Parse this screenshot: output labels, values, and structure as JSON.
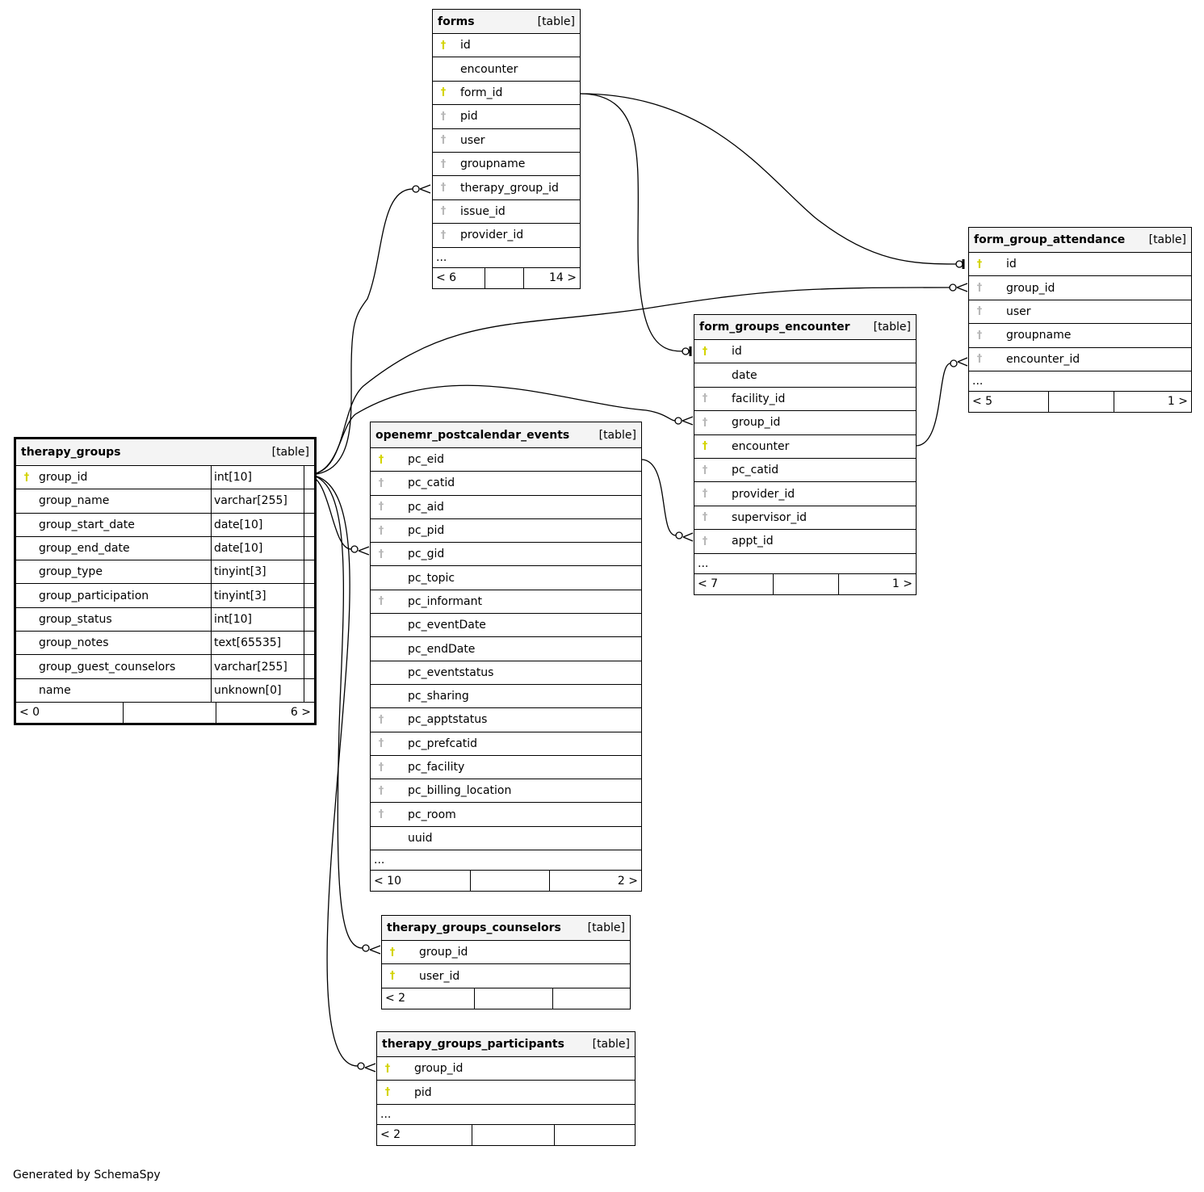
{
  "colors": {
    "primary_key": "#d4d400",
    "foreign_key": "#b8b8b8",
    "header_bg": "#f4f4f4"
  },
  "tables": [
    {
      "id": "forms",
      "name": "forms",
      "kind": "[table]",
      "columns": [
        {
          "name": "id",
          "key": "pk"
        },
        {
          "name": "encounter",
          "key": ""
        },
        {
          "name": "form_id",
          "key": "pk"
        },
        {
          "name": "pid",
          "key": "fk"
        },
        {
          "name": "user",
          "key": "fk"
        },
        {
          "name": "groupname",
          "key": "fk"
        },
        {
          "name": "therapy_group_id",
          "key": "fk"
        },
        {
          "name": "issue_id",
          "key": "fk"
        },
        {
          "name": "provider_id",
          "key": "fk"
        }
      ],
      "more": "...",
      "footer": [
        "< 6",
        "",
        "14 >"
      ]
    },
    {
      "id": "form_group_attendance",
      "name": "form_group_attendance",
      "kind": "[table]",
      "columns": [
        {
          "name": "id",
          "key": "pk"
        },
        {
          "name": "group_id",
          "key": "fk"
        },
        {
          "name": "user",
          "key": "fk"
        },
        {
          "name": "groupname",
          "key": "fk"
        },
        {
          "name": "encounter_id",
          "key": "fk"
        }
      ],
      "more": "...",
      "footer": [
        "< 5",
        "",
        "1 >"
      ]
    },
    {
      "id": "form_groups_encounter",
      "name": "form_groups_encounter",
      "kind": "[table]",
      "columns": [
        {
          "name": "id",
          "key": "pk"
        },
        {
          "name": "date",
          "key": ""
        },
        {
          "name": "facility_id",
          "key": "fk"
        },
        {
          "name": "group_id",
          "key": "fk"
        },
        {
          "name": "encounter",
          "key": "pk"
        },
        {
          "name": "pc_catid",
          "key": "fk"
        },
        {
          "name": "provider_id",
          "key": "fk"
        },
        {
          "name": "supervisor_id",
          "key": "fk"
        },
        {
          "name": "appt_id",
          "key": "fk"
        }
      ],
      "more": "...",
      "footer": [
        "< 7",
        "",
        "1 >"
      ]
    },
    {
      "id": "therapy_groups",
      "name": "therapy_groups",
      "kind": "[table]",
      "columns": [
        {
          "name": "group_id",
          "key": "pk",
          "type": "int[10]"
        },
        {
          "name": "group_name",
          "key": "",
          "type": "varchar[255]"
        },
        {
          "name": "group_start_date",
          "key": "",
          "type": "date[10]"
        },
        {
          "name": "group_end_date",
          "key": "",
          "type": "date[10]"
        },
        {
          "name": "group_type",
          "key": "",
          "type": "tinyint[3]"
        },
        {
          "name": "group_participation",
          "key": "",
          "type": "tinyint[3]"
        },
        {
          "name": "group_status",
          "key": "",
          "type": "int[10]"
        },
        {
          "name": "group_notes",
          "key": "",
          "type": "text[65535]"
        },
        {
          "name": "group_guest_counselors",
          "key": "",
          "type": "varchar[255]"
        },
        {
          "name": "name",
          "key": "",
          "type": "unknown[0]"
        }
      ],
      "more": null,
      "footer": [
        "< 0",
        "",
        "6 >"
      ]
    },
    {
      "id": "openemr_postcalendar_events",
      "name": "openemr_postcalendar_events",
      "kind": "[table]",
      "columns": [
        {
          "name": "pc_eid",
          "key": "pk"
        },
        {
          "name": "pc_catid",
          "key": "fk"
        },
        {
          "name": "pc_aid",
          "key": "fk"
        },
        {
          "name": "pc_pid",
          "key": "fk"
        },
        {
          "name": "pc_gid",
          "key": "fk"
        },
        {
          "name": "pc_topic",
          "key": ""
        },
        {
          "name": "pc_informant",
          "key": "fk"
        },
        {
          "name": "pc_eventDate",
          "key": ""
        },
        {
          "name": "pc_endDate",
          "key": ""
        },
        {
          "name": "pc_eventstatus",
          "key": ""
        },
        {
          "name": "pc_sharing",
          "key": ""
        },
        {
          "name": "pc_apptstatus",
          "key": "fk"
        },
        {
          "name": "pc_prefcatid",
          "key": "fk"
        },
        {
          "name": "pc_facility",
          "key": "fk"
        },
        {
          "name": "pc_billing_location",
          "key": "fk"
        },
        {
          "name": "pc_room",
          "key": "fk"
        },
        {
          "name": "uuid",
          "key": ""
        }
      ],
      "more": "...",
      "footer": [
        "< 10",
        "",
        "2 >"
      ]
    },
    {
      "id": "therapy_groups_counselors",
      "name": "therapy_groups_counselors",
      "kind": "[table]",
      "columns": [
        {
          "name": "group_id",
          "key": "pk"
        },
        {
          "name": "user_id",
          "key": "pk"
        }
      ],
      "more": null,
      "footer": [
        "< 2",
        "",
        ""
      ]
    },
    {
      "id": "therapy_groups_participants",
      "name": "therapy_groups_participants",
      "kind": "[table]",
      "columns": [
        {
          "name": "group_id",
          "key": "pk"
        },
        {
          "name": "pid",
          "key": "pk"
        }
      ],
      "more": "...",
      "footer": [
        "< 2",
        "",
        ""
      ]
    }
  ],
  "generated_by": "Generated by SchemaSpy"
}
